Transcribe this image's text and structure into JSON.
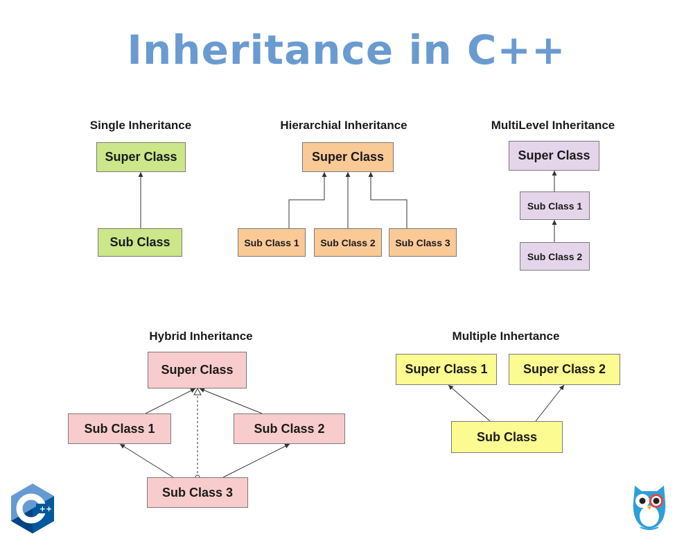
{
  "title": "Inheritance in C++",
  "colors": {
    "title": "#6a9bd0",
    "single": "#cce68a",
    "hierarchical": "#f9c996",
    "multilevel": "#e5d5ea",
    "hybrid": "#f8cccc",
    "multiple": "#fbfb91"
  },
  "single": {
    "caption": "Single Inheritance",
    "super": "Super Class",
    "sub": "Sub Class"
  },
  "hierarchical": {
    "caption": "Hierarchial Inheritance",
    "super": "Super Class",
    "subs": [
      "Sub Class 1",
      "Sub Class 2",
      "Sub Class 3"
    ]
  },
  "multilevel": {
    "caption": "MultiLevel Inheritance",
    "super": "Super Class",
    "sub1": "Sub Class 1",
    "sub2": "Sub Class 2"
  },
  "hybrid": {
    "caption": "Hybrid Inheritance",
    "super": "Super Class",
    "sub1": "Sub Class 1",
    "sub2": "Sub Class 2",
    "sub3": "Sub Class 3"
  },
  "multiple": {
    "caption": "Multiple Inhertance",
    "super1": "Super Class 1",
    "super2": "Super Class 2",
    "sub": "Sub Class"
  },
  "logos": {
    "left": "cpp-logo-icon",
    "right": "owl-mascot-icon"
  }
}
